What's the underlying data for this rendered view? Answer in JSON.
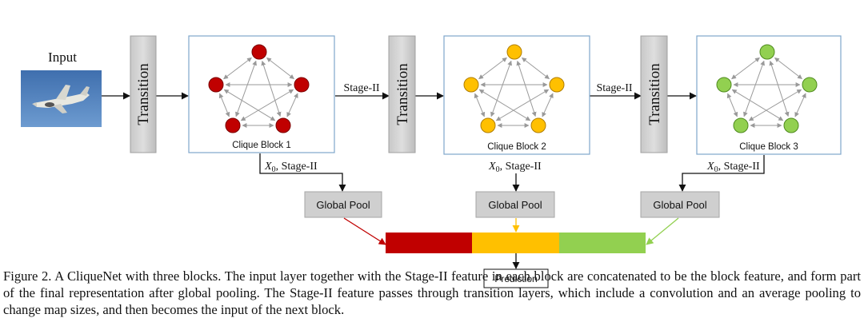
{
  "input_label": "Input",
  "transition_label": "Transition",
  "stage_label": "Stage-II",
  "x0_symbol": "X",
  "x0_subscript": "0",
  "x0_suffix": ", Stage-II",
  "global_pool_label": "Global Pool",
  "prediction_label": "Prediction",
  "blocks": [
    {
      "label": "Clique Block 1",
      "node_color": "#c00000",
      "node_stroke": "#7a0000"
    },
    {
      "label": "Clique Block 2",
      "node_color": "#ffc000",
      "node_stroke": "#b07d00"
    },
    {
      "label": "Clique Block 3",
      "node_color": "#92d050",
      "node_stroke": "#4f8a1f"
    }
  ],
  "concat_colors": [
    "#c00000",
    "#ffc000",
    "#92d050"
  ],
  "caption": "Figure 2. A CliqueNet with three blocks. The input layer together with the Stage-II feature in each block are concatenated to be the block feature, and form part of the final representation after global pooling. The Stage-II feature passes through transition layers, which include a convolution and an average pooling to change map sizes, and then becomes the input of the next block."
}
